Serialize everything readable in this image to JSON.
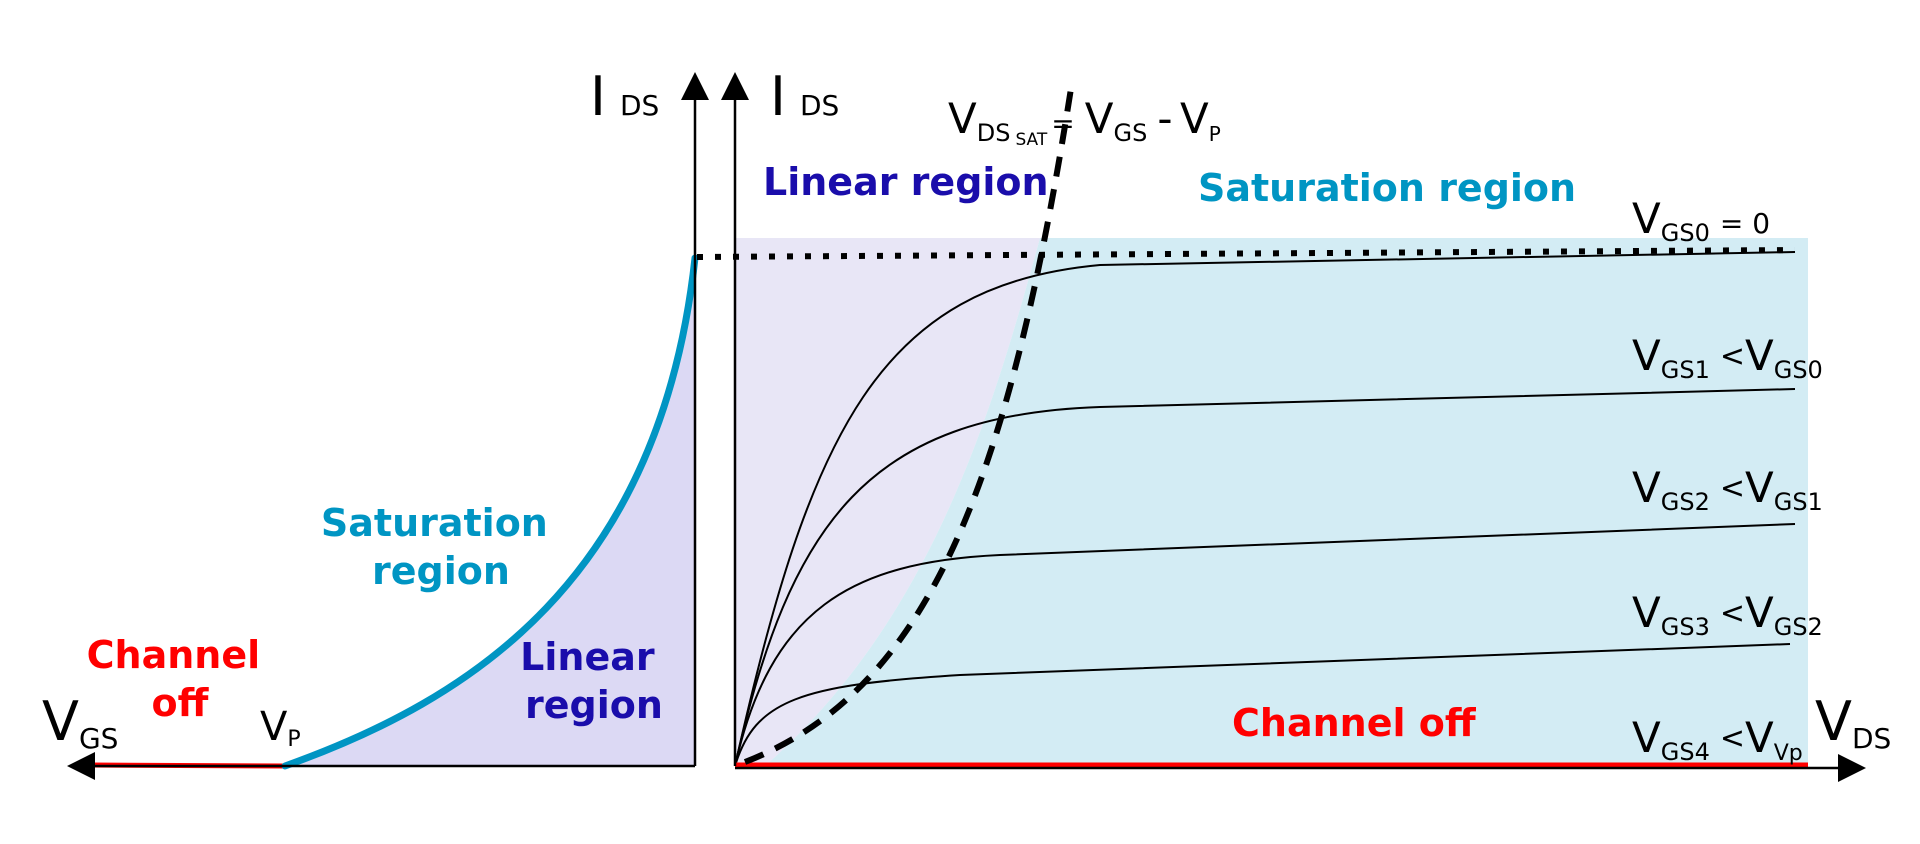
{
  "colors": {
    "black": "#000000",
    "red": "#ff0000",
    "deep_blue": "#1a0dab",
    "cyan": "#0095c3",
    "transfer_fill": "#dcd9f4",
    "linear_fill": "#e8e6f6",
    "saturation_fill": "#d3ecf4"
  },
  "left_plot": {
    "y_axis": {
      "main": "I",
      "sub": "DS"
    },
    "x_axis": {
      "main": "V",
      "sub": "GS"
    },
    "pinch_label": {
      "main": "V",
      "sub": "P"
    },
    "channel_off": [
      "Channel",
      "off"
    ],
    "saturation": [
      "Saturation",
      "region"
    ],
    "linear": [
      "Linear",
      "region"
    ]
  },
  "right_plot": {
    "y_axis": {
      "main": "I",
      "sub": "DS"
    },
    "x_axis": {
      "main": "V",
      "sub": "DS"
    },
    "boundary": {
      "lhs_main": "V",
      "lhs_sub": "DS",
      "lhs_subsub": "SAT",
      "equals": "=",
      "rhs1_main": "V",
      "rhs1_sub": "GS",
      "minus": "-",
      "rhs2_main": "V",
      "rhs2_sub": "P"
    },
    "linear_region": "Linear region",
    "saturation_region": "Saturation region",
    "channel_off": "Channel off",
    "curves": [
      {
        "main": "V",
        "sub": "GS0",
        "rel": "= 0",
        "rel_main": "",
        "rel_sub": ""
      },
      {
        "main": "V",
        "sub": "GS1",
        "rel": "<",
        "rel_main": "V",
        "rel_sub": "GS0"
      },
      {
        "main": "V",
        "sub": "GS2",
        "rel": "<",
        "rel_main": "V",
        "rel_sub": "GS1"
      },
      {
        "main": "V",
        "sub": "GS3",
        "rel": "<",
        "rel_main": "V",
        "rel_sub": "GS2"
      },
      {
        "main": "V",
        "sub": "GS4",
        "rel": "<",
        "rel_main": "V",
        "rel_sub": "Vp"
      }
    ]
  }
}
